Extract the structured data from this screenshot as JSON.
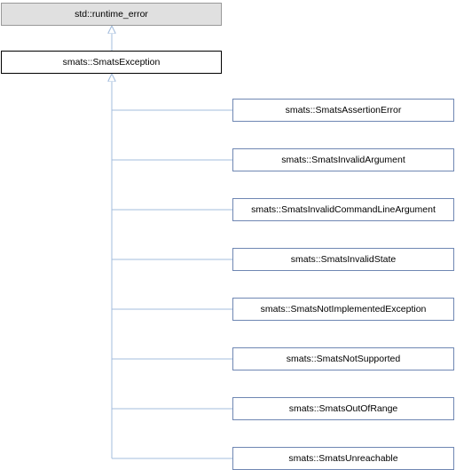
{
  "diagram": {
    "type": "class-inheritance",
    "colors": {
      "edge": "#a3bcdc",
      "base_fill": "#e0e0e0",
      "base_border": "#999999",
      "selected_border": "#000000",
      "derived_border": "#6f87b3"
    },
    "base_class": {
      "label": "std::runtime_error"
    },
    "selected_class": {
      "label": "smats::SmatsException"
    },
    "derived_classes": [
      {
        "label": "smats::SmatsAssertionError"
      },
      {
        "label": "smats::SmatsInvalidArgument"
      },
      {
        "label": "smats::SmatsInvalidCommandLineArgument"
      },
      {
        "label": "smats::SmatsInvalidState"
      },
      {
        "label": "smats::SmatsNotImplementedException"
      },
      {
        "label": "smats::SmatsNotSupported"
      },
      {
        "label": "smats::SmatsOutOfRange"
      },
      {
        "label": "smats::SmatsUnreachable"
      }
    ]
  }
}
